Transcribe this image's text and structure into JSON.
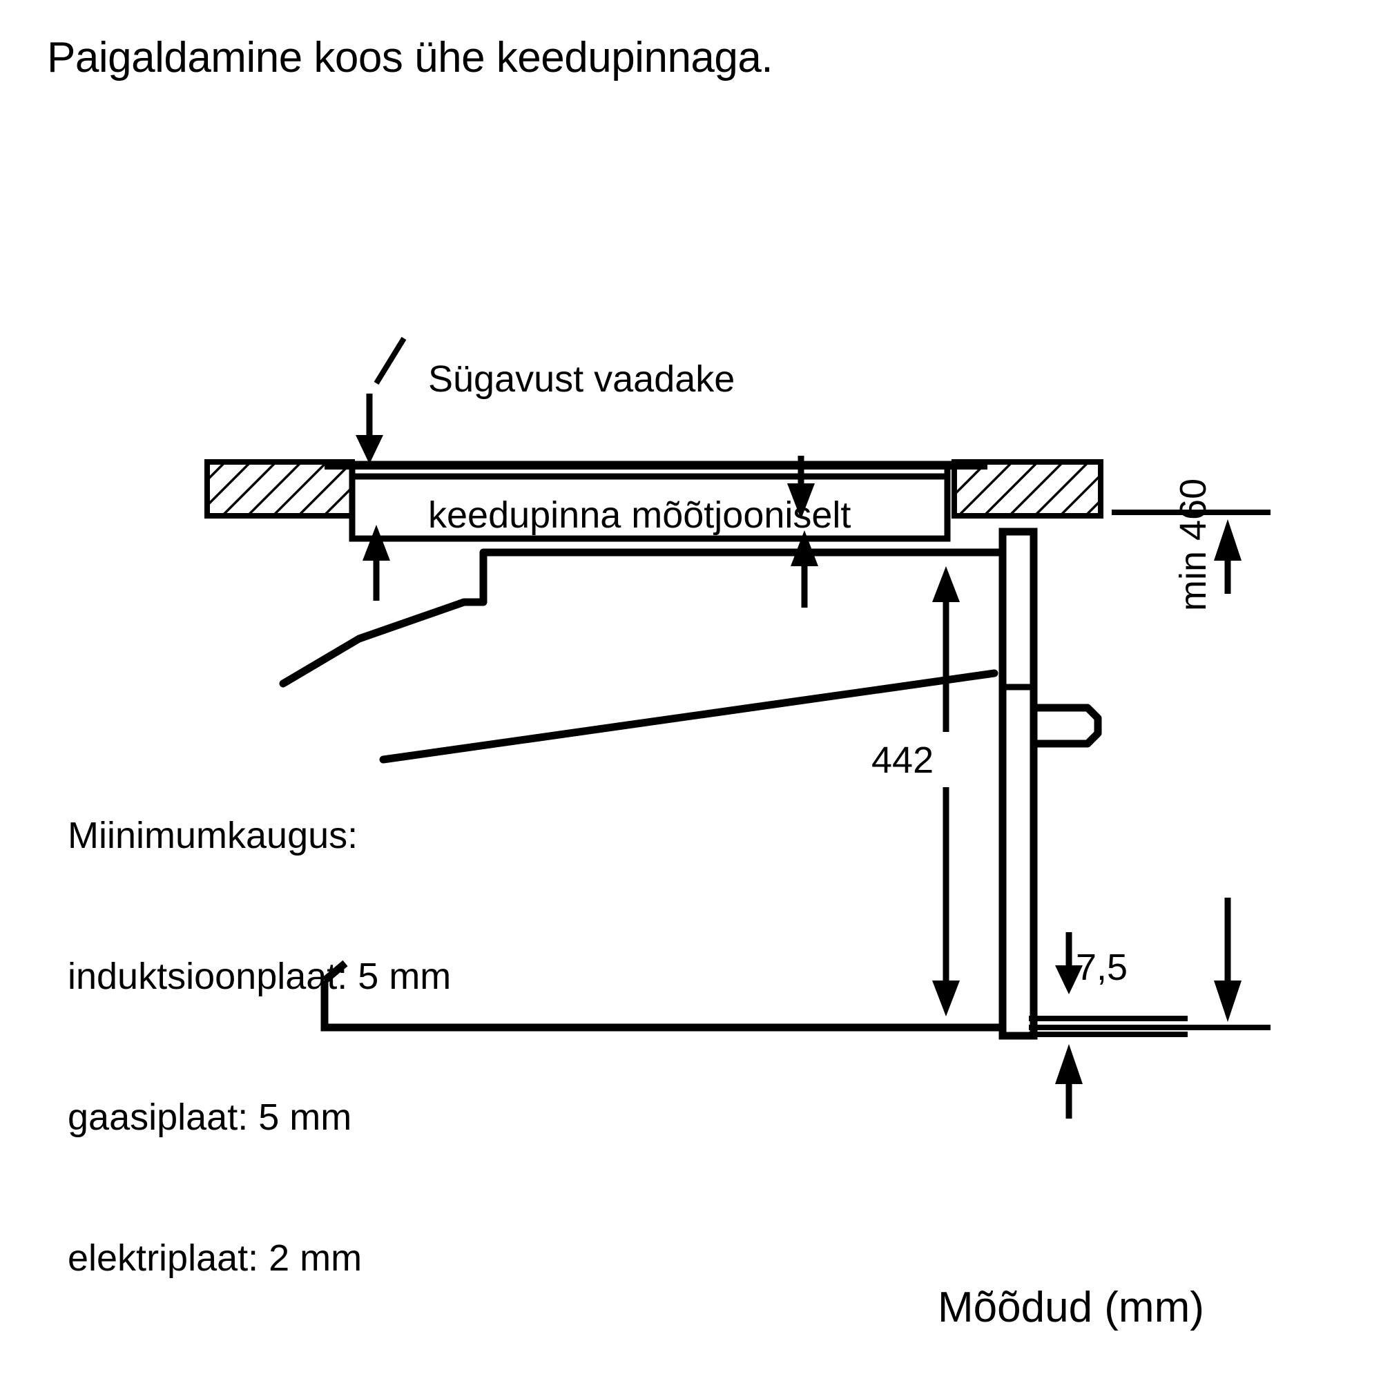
{
  "document": {
    "title": "Paigaldamine koos ühe keedupinnaga.",
    "footer_units": "Mõõdud (mm)"
  },
  "annotations": {
    "depth_note_line1": "Sügavust vaadake",
    "depth_note_line2": "keedupinna mõõtjooniselt",
    "min_distance_heading": "Miinimumkaugus:",
    "min_distance_induction": "induktsioonplaat: 5 mm",
    "min_distance_gas": "gaasiplaat: 5 mm",
    "min_distance_electric": "elektriplaat: 2 mm"
  },
  "dimensions": {
    "cavity_height": "442",
    "front_offset": "7,5",
    "niche_height": "min 460"
  },
  "chart_data": {
    "type": "diagram",
    "title": "Paigaldamine koos ühe keedupinnaga.",
    "units": "mm",
    "subject": "Built-in oven installation under a single cooktop (side section view)",
    "labels": [
      "Sügavust vaadake keedupinna mõõtjooniselt",
      "Miinimumkaugus: induktsioonplaat: 5 mm",
      "gaasiplaat: 5 mm",
      "elektriplaat: 2 mm"
    ],
    "measurements": [
      {
        "name": "cavity_height",
        "value": 442,
        "unit": "mm",
        "orientation": "vertical"
      },
      {
        "name": "niche_height",
        "value": 460,
        "unit": "mm",
        "qualifier": "min",
        "orientation": "vertical"
      },
      {
        "name": "front_offset",
        "value": 7.5,
        "unit": "mm",
        "orientation": "vertical"
      }
    ],
    "line_color": "#000000",
    "background": "#ffffff"
  }
}
